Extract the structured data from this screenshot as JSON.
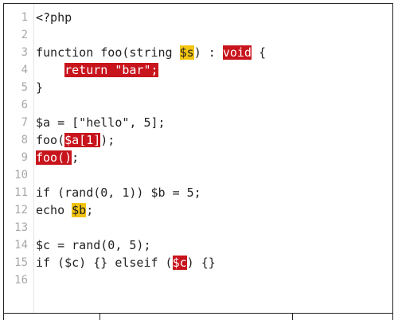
{
  "editor": {
    "lines": [
      {
        "number": "1",
        "segments": [
          {
            "text": "<?php",
            "type": "plain"
          }
        ]
      },
      {
        "number": "2",
        "segments": []
      },
      {
        "number": "3",
        "segments": [
          {
            "text": "function foo(string ",
            "type": "plain"
          },
          {
            "text": "$s",
            "type": "warn"
          },
          {
            "text": ") : ",
            "type": "plain"
          },
          {
            "text": "void",
            "type": "error"
          },
          {
            "text": " {",
            "type": "plain"
          }
        ]
      },
      {
        "number": "4",
        "segments": [
          {
            "text": "    ",
            "type": "plain"
          },
          {
            "text": "return \"bar\";",
            "type": "error"
          }
        ]
      },
      {
        "number": "5",
        "segments": [
          {
            "text": "}",
            "type": "plain"
          }
        ]
      },
      {
        "number": "6",
        "segments": []
      },
      {
        "number": "7",
        "segments": [
          {
            "text": "$a = [\"hello\", 5];",
            "type": "plain"
          }
        ]
      },
      {
        "number": "8",
        "segments": [
          {
            "text": "foo(",
            "type": "plain"
          },
          {
            "text": "$a[1]",
            "type": "error"
          },
          {
            "text": ");",
            "type": "plain"
          }
        ]
      },
      {
        "number": "9",
        "segments": [
          {
            "text": "foo()",
            "type": "error"
          },
          {
            "text": ";",
            "type": "plain"
          }
        ]
      },
      {
        "number": "10",
        "segments": []
      },
      {
        "number": "11",
        "segments": [
          {
            "text": "if (rand(0, 1)) $b = 5;",
            "type": "plain"
          }
        ]
      },
      {
        "number": "12",
        "segments": [
          {
            "text": "echo ",
            "type": "plain"
          },
          {
            "text": "$b",
            "type": "warn"
          },
          {
            "text": ";",
            "type": "plain"
          }
        ]
      },
      {
        "number": "13",
        "segments": []
      },
      {
        "number": "14",
        "segments": [
          {
            "text": "$c = rand(0, 5);",
            "type": "plain"
          }
        ]
      },
      {
        "number": "15",
        "segments": [
          {
            "text": "if ($c) {} elseif (",
            "type": "plain"
          },
          {
            "text": "$c",
            "type": "error"
          },
          {
            "text": ") {}",
            "type": "plain"
          }
        ]
      },
      {
        "number": "16",
        "segments": []
      }
    ]
  },
  "colors": {
    "warning_highlight": "#f2c40f",
    "error_highlight": "#c8141c",
    "line_number": "#a8a8a8",
    "text": "#222222"
  }
}
